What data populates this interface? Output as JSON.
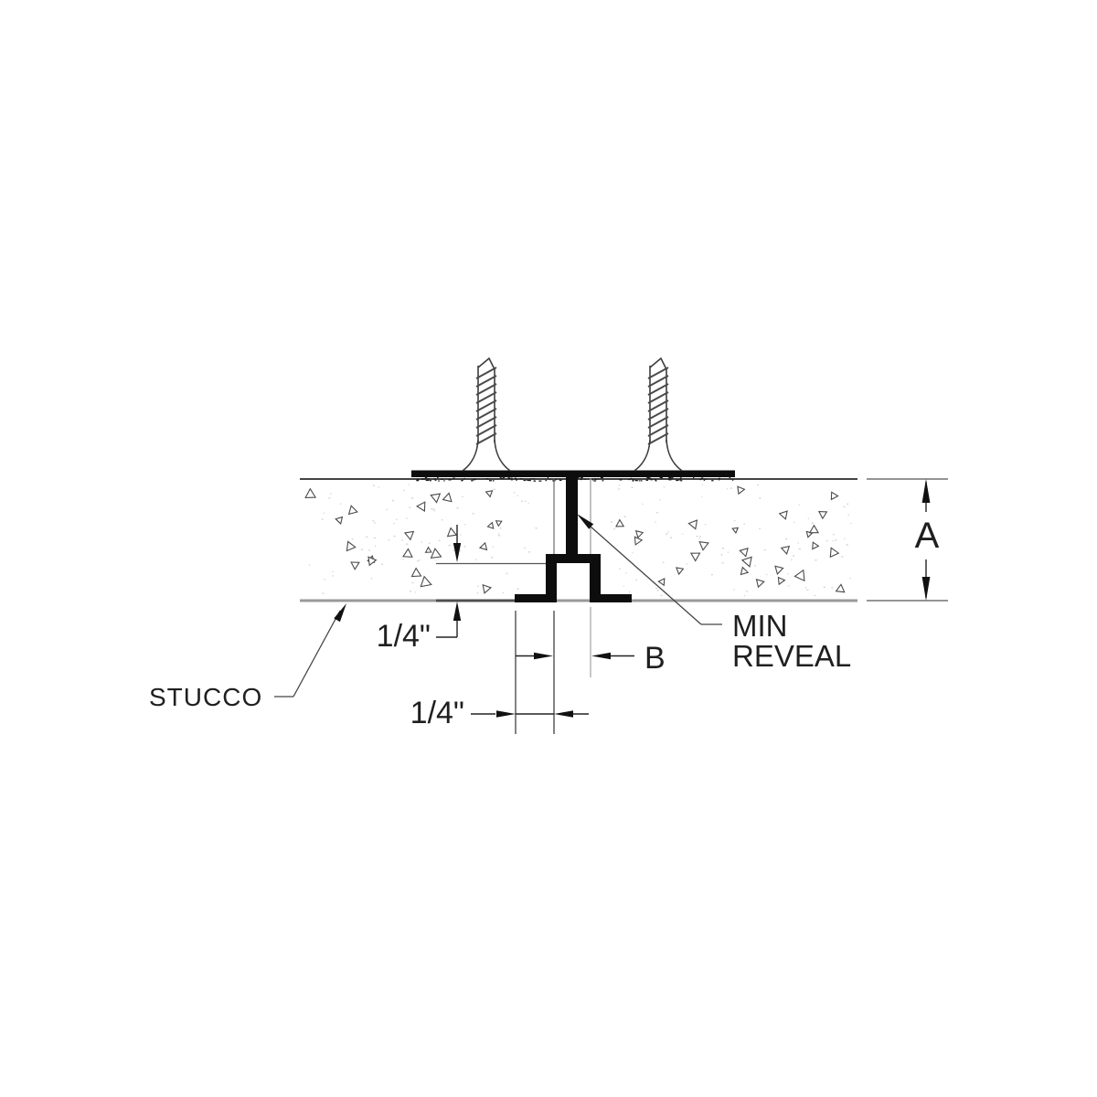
{
  "drawing": {
    "labels": {
      "stucco": "STUCCO",
      "min_reveal_line1": "MIN",
      "min_reveal_line2": "REVEAL",
      "dim_a": "A",
      "dim_b": "B",
      "dim_quarter_vertical": "1/4\"",
      "dim_quarter_horizontal": "1/4\""
    },
    "colors": {
      "highlight_red": "#e8262a",
      "line_black": "#1c1c1c",
      "stucco_surface_gray": "#999999",
      "texture_gray": "#4a4a4a"
    }
  }
}
